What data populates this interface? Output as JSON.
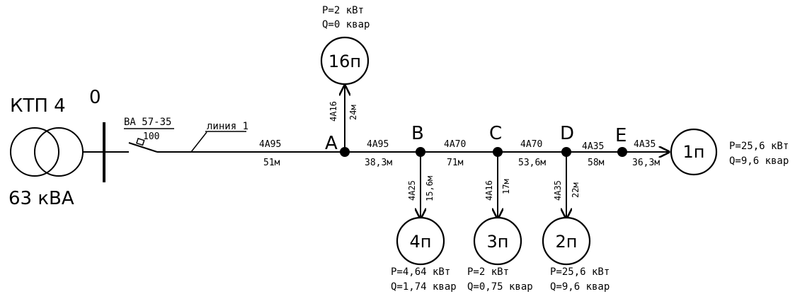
{
  "substation": {
    "name": "КТП 4",
    "capacity": "63 кВА"
  },
  "bus": {
    "label": "0"
  },
  "breaker": {
    "type": "ВА 57-35",
    "rating": "100"
  },
  "line": {
    "name": "линия 1"
  },
  "nodes": {
    "A": "A",
    "B": "B",
    "C": "C",
    "D": "D",
    "E": "E"
  },
  "segments": {
    "s0A": {
      "cable": "4А95",
      "length": "51м"
    },
    "sAB": {
      "cable": "4А95",
      "length": "38,3м"
    },
    "sBC": {
      "cable": "4А70",
      "length": "71м"
    },
    "sCD": {
      "cable": "4А70",
      "length": "53,6м"
    },
    "sDE": {
      "cable": "4А35",
      "length": "58м"
    },
    "sE1": {
      "cable": "4А35",
      "length": "36,3м"
    }
  },
  "branches": {
    "b16": {
      "cable": "4А16",
      "length": "24м"
    },
    "b4": {
      "cable": "4А25",
      "length": "15,6м"
    },
    "b3": {
      "cable": "4А16",
      "length": "17м"
    },
    "b2": {
      "cable": "4А35",
      "length": "22м"
    }
  },
  "loads": {
    "l16": {
      "name": "16п",
      "p": "P=2 кВт",
      "q": "Q=0 квар"
    },
    "l1": {
      "name": "1п",
      "p": "P=25,6 кВт",
      "q": "Q=9,6 квар"
    },
    "l4": {
      "name": "4п",
      "p": "P=4,64 кВт",
      "q": "Q=1,74 квар"
    },
    "l3": {
      "name": "3п",
      "p": "P=2 кВт",
      "q": "Q=0,75 квар"
    },
    "l2": {
      "name": "2п",
      "p": "P=25,6 кВт",
      "q": "Q=9,6 квар"
    }
  }
}
